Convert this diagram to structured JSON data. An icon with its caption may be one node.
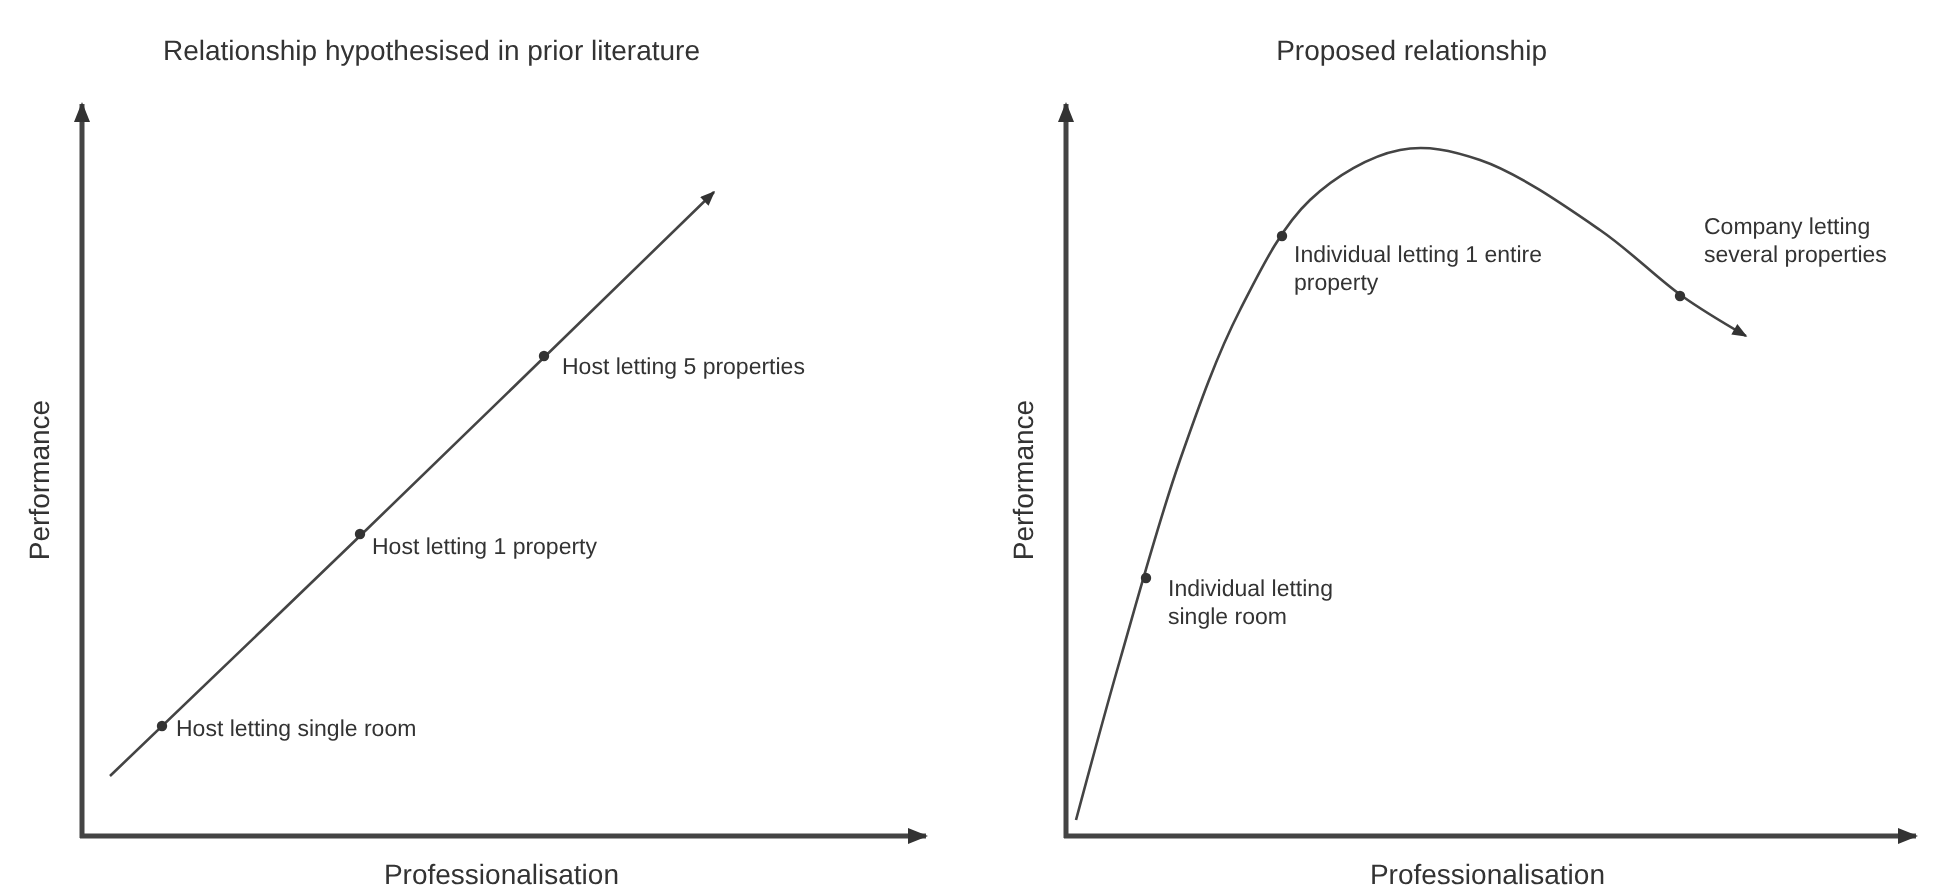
{
  "diagram": {
    "labels": [
      "Relationship hypothesised in prior literature",
      "Proposed relationship",
      "Performance",
      "Host letting 5 properties",
      "Host letting 1 property",
      "Host letting single room",
      "Professionalisation",
      "Performance",
      "Individual letting 1 entire property",
      "Company letting several properties",
      "Individual letting single room",
      "Professionalisation"
    ]
  }
}
